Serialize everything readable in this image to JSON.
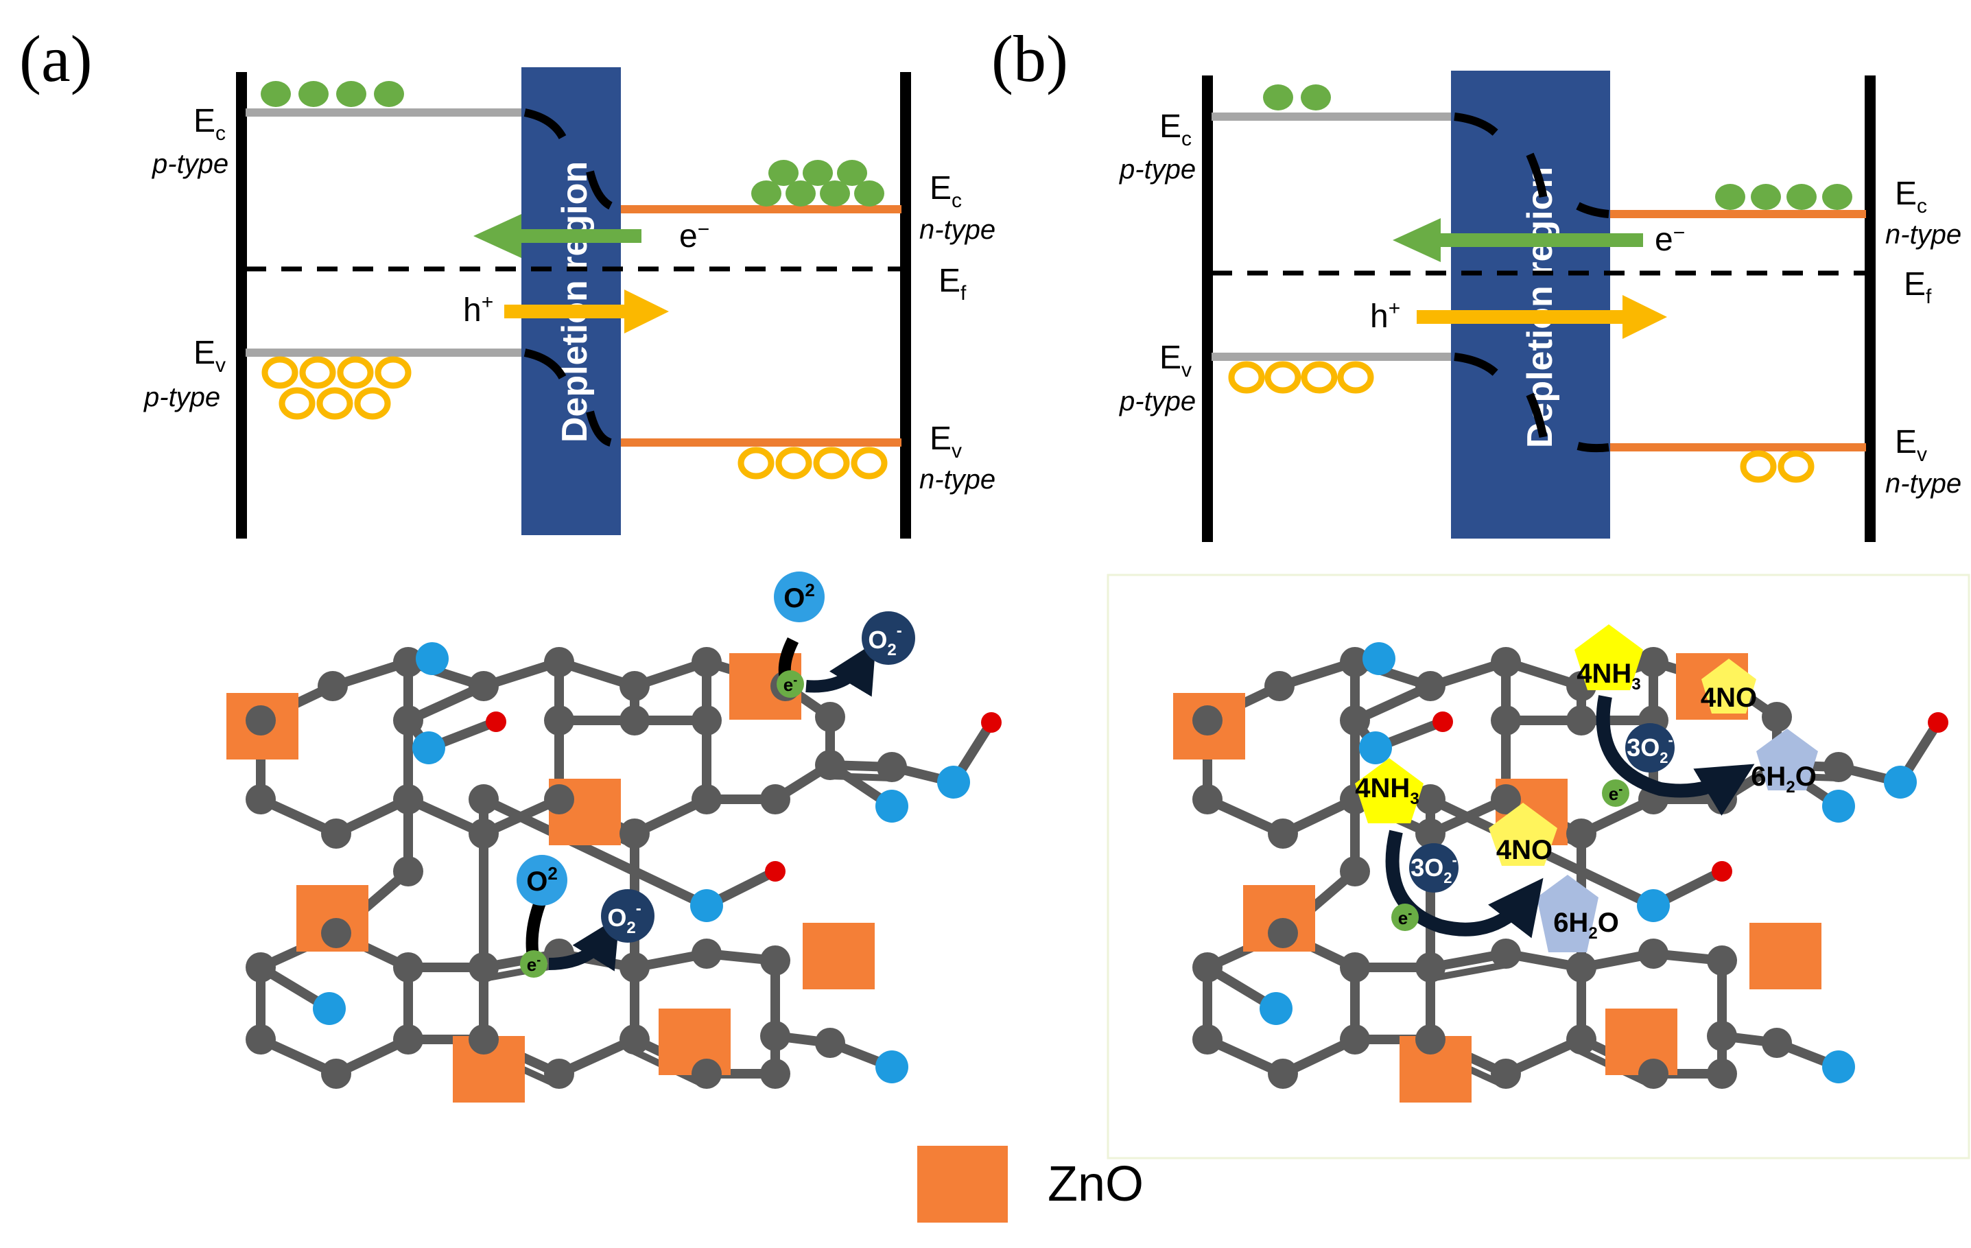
{
  "panels": [
    {
      "id": "a",
      "label": "(a)",
      "ec_left": "E",
      "ec_left_sub": "c",
      "ec_left_type": "p-type",
      "ev_left": "E",
      "ev_left_sub": "v",
      "ev_left_type": "p-type",
      "ec_right": "E",
      "ec_right_sub": "c",
      "ec_right_type": "n-type",
      "ev_right": "E",
      "ev_right_sub": "v",
      "ev_right_type": "n-type",
      "ef": "E",
      "ef_sub": "f",
      "electron": "e",
      "electron_sup": "−",
      "hole": "h",
      "hole_sup": "+",
      "depletion": "Depletion region",
      "species": [
        {
          "main": "O",
          "sup": "2"
        },
        {
          "main": "O",
          "sub": "2",
          "sup": "-"
        },
        {
          "main": "e",
          "sup": "-"
        }
      ]
    },
    {
      "id": "b",
      "label": "(b)",
      "ec_left": "E",
      "ec_left_sub": "c",
      "ec_left_type": "p-type",
      "ev_left": "E",
      "ev_left_sub": "v",
      "ev_left_type": "p-type",
      "ec_right": "E",
      "ec_right_sub": "c",
      "ec_right_type": "n-type",
      "ev_right": "E",
      "ev_right_sub": "v",
      "ev_right_type": "n-type",
      "ef": "E",
      "ef_sub": "f",
      "electron": "e",
      "electron_sup": "−",
      "hole": "h",
      "hole_sup": "+",
      "depletion": "Depletion region",
      "species": [
        {
          "main": "4NH",
          "sub": "3"
        },
        {
          "main": "4NO"
        },
        {
          "main": "3O",
          "sub": "2",
          "sup": "-"
        },
        {
          "main": "6H",
          "sub": "2",
          "tail": "O"
        },
        {
          "main": "e",
          "sup": "-"
        }
      ]
    }
  ],
  "legend": {
    "label": "ZnO"
  },
  "colors": {
    "zno": "#f47f37",
    "depletion": "#2d4f8e",
    "electron": "#6aad45",
    "hole": "#fbb800",
    "p_band": "#a6a6a6",
    "n_band": "#ed7d31",
    "carbon": "#5a5a5a",
    "nitrogen": "#1e9be0",
    "oxygen": "#e00000",
    "o2": "#2f9fe3",
    "o2_ion": "#1f3d66",
    "nh3": "#ffff00",
    "h2o": "#a9bce0"
  }
}
